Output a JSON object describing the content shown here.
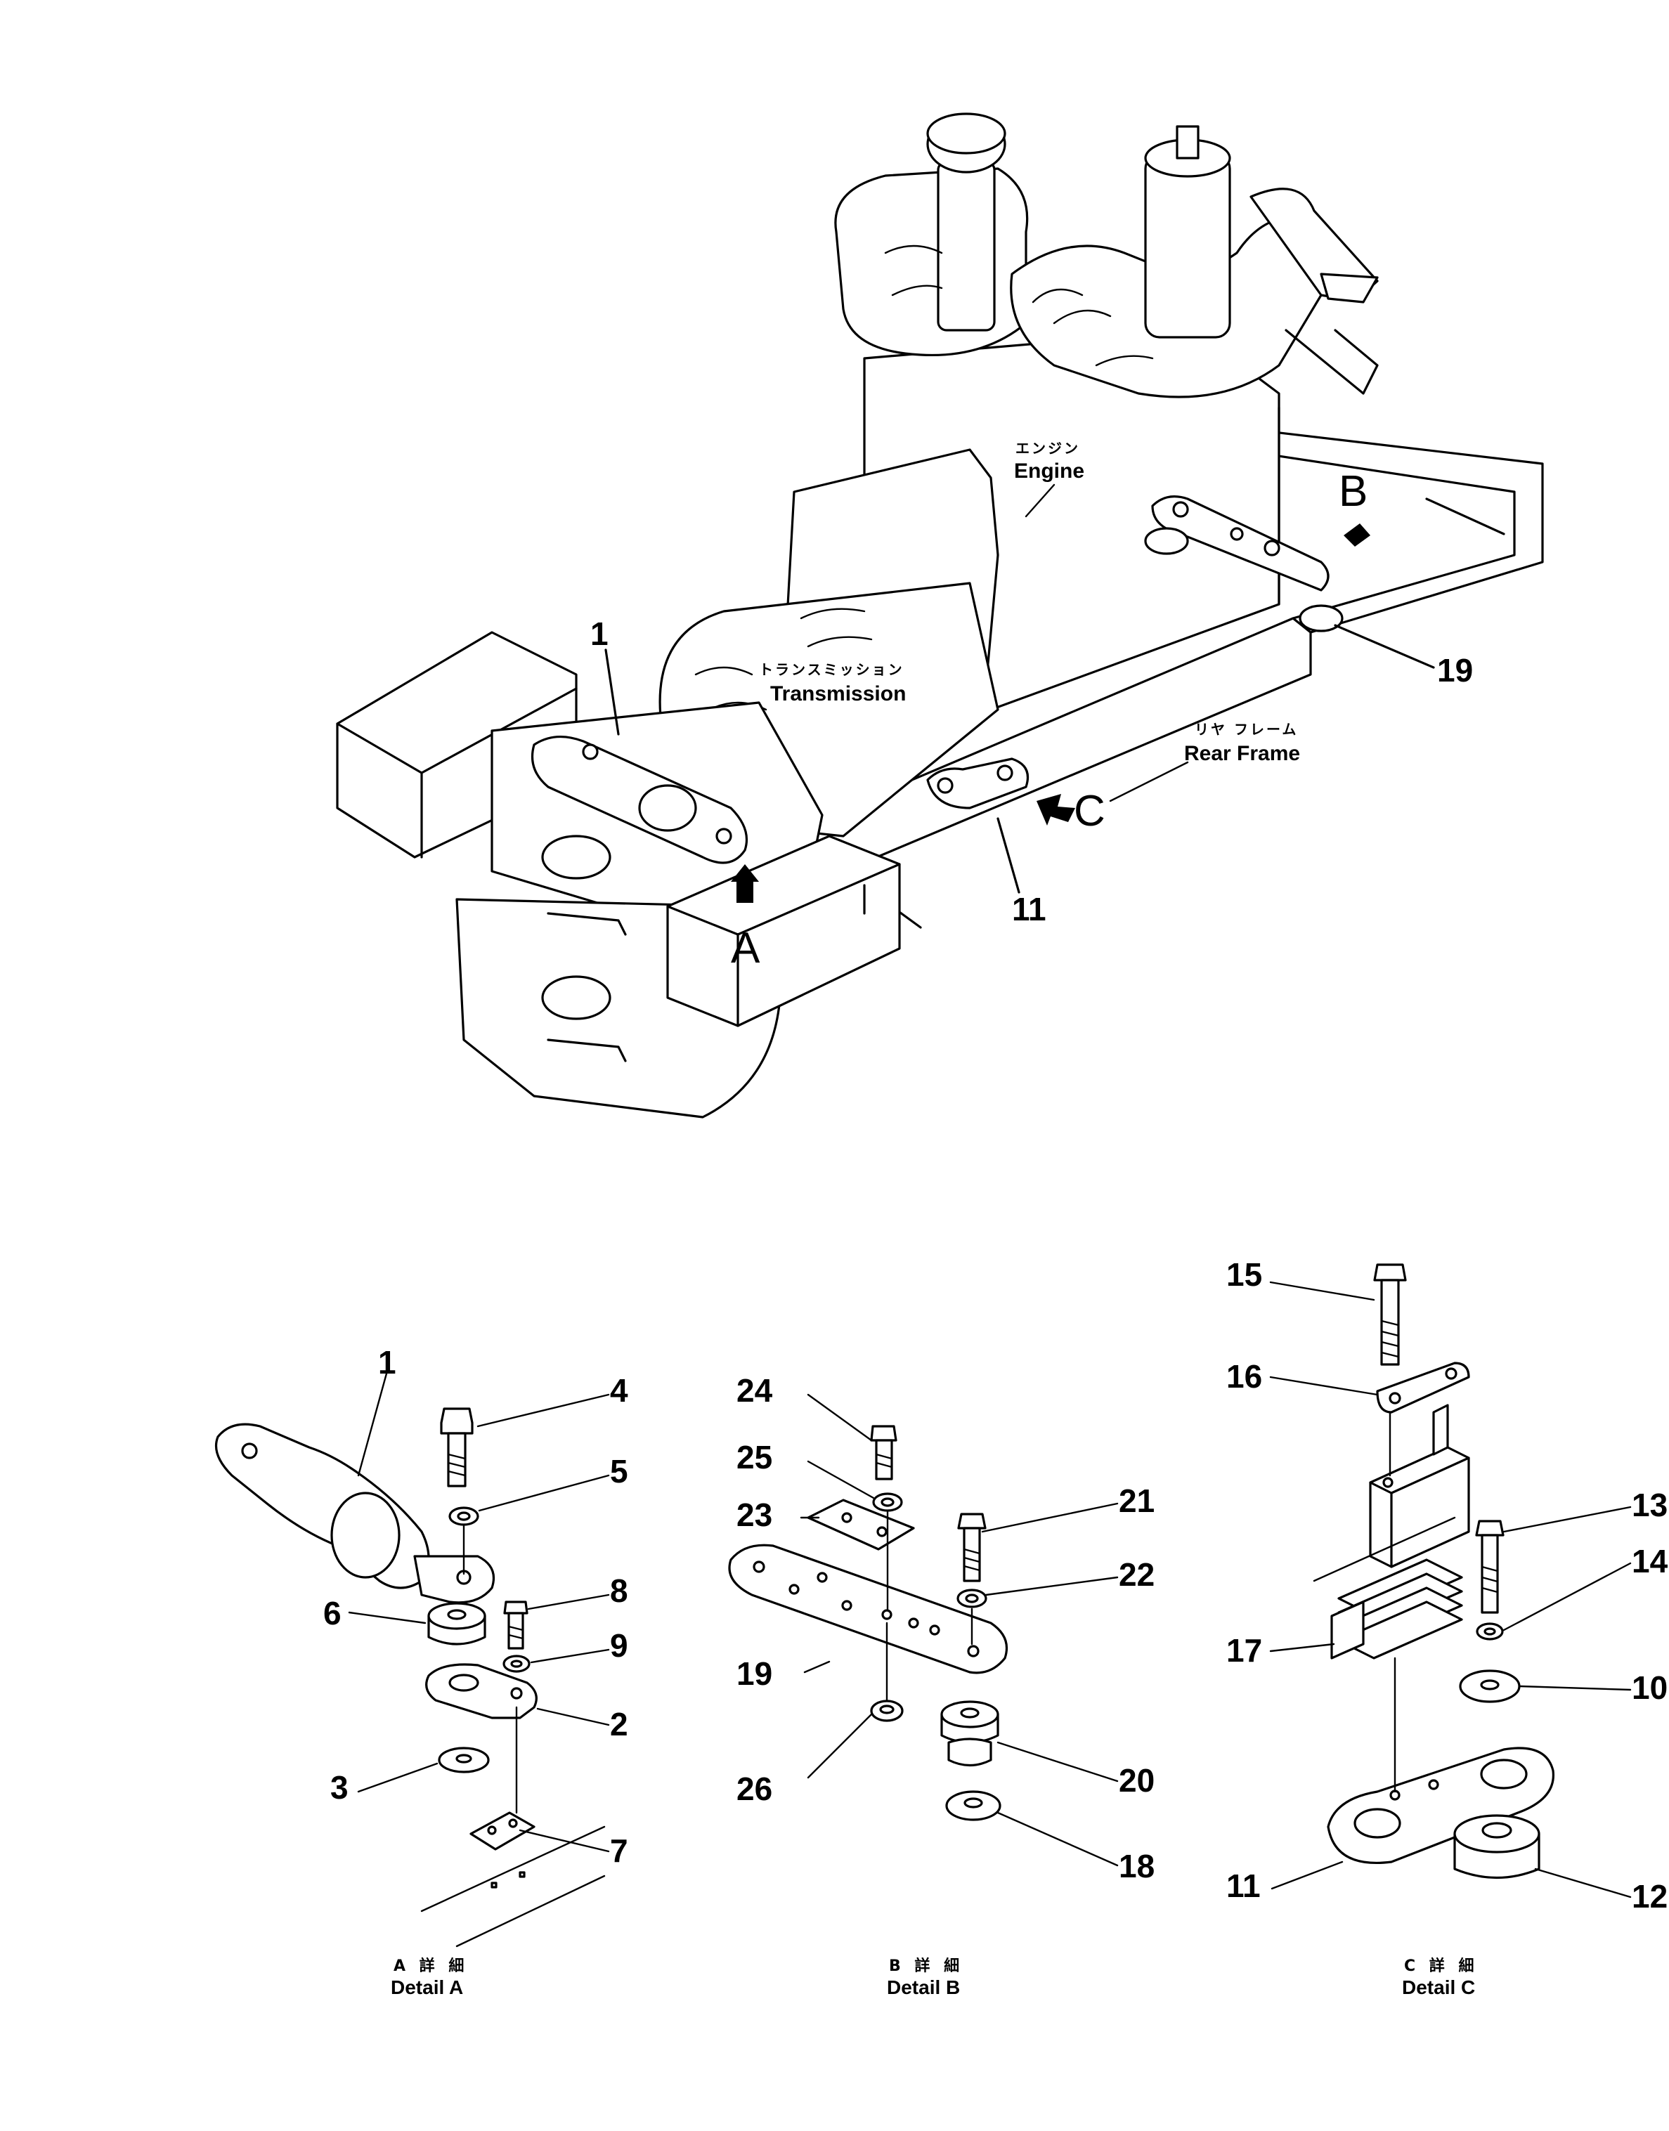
{
  "labels": {
    "engine_jp": "エンジン",
    "engine_en": "Engine",
    "transmission_jp": "トランスミッション",
    "transmission_en": "Transmission",
    "rear_frame_jp": "リヤ フレーム",
    "rear_frame_en": "Rear Frame",
    "view_a": "A",
    "view_b": "B",
    "view_c": "C"
  },
  "callouts": {
    "main": {
      "p1": "1",
      "p11": "11",
      "p19": "19"
    },
    "detail_a": {
      "p1": "1",
      "p2": "2",
      "p3": "3",
      "p4": "4",
      "p5": "5",
      "p6": "6",
      "p7": "7",
      "p8": "8",
      "p9": "9"
    },
    "detail_b": {
      "p18": "18",
      "p19": "19",
      "p20": "20",
      "p21": "21",
      "p22": "22",
      "p23": "23",
      "p24": "24",
      "p25": "25",
      "p26": "26"
    },
    "detail_c": {
      "p10": "10",
      "p11": "11",
      "p12": "12",
      "p13": "13",
      "p14": "14",
      "p15": "15",
      "p16": "16",
      "p17": "17"
    }
  },
  "captions": {
    "detail_a_jp": "A 詳 細",
    "detail_a_en": "Detail A",
    "detail_b_jp": "B 詳 細",
    "detail_b_en": "Detail B",
    "detail_c_jp": "C 詳 細",
    "detail_c_en": "Detail C"
  }
}
